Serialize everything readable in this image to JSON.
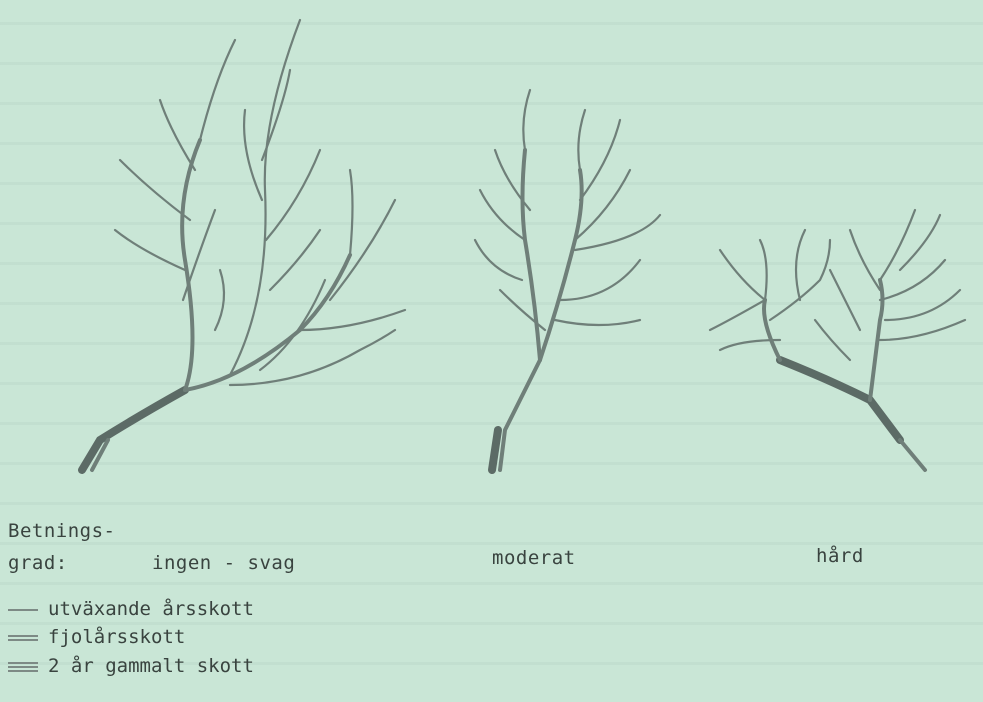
{
  "labels": {
    "grade_line1": "Betnings-",
    "grade_line2": "grad:",
    "column_1": "ingen - svag",
    "column_2": "moderat",
    "column_3": "hård"
  },
  "legend": [
    {
      "lines": 1,
      "label": "utväxande årsskott"
    },
    {
      "lines": 2,
      "label": "fjolårsskott"
    },
    {
      "lines": 3,
      "label": "2 år gammalt skott"
    }
  ],
  "colors": {
    "background": "#c9e6d6",
    "stroke": "#6f7f79",
    "text": "#39433f"
  }
}
